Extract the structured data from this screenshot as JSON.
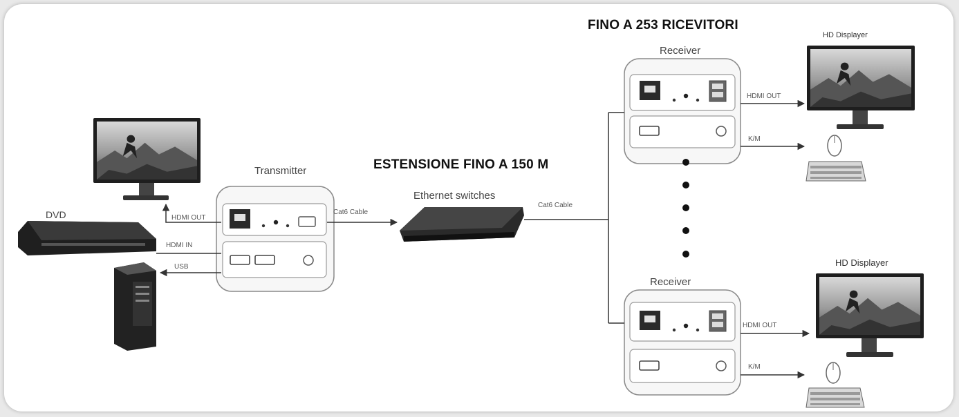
{
  "headline": {
    "receivers": "FINO A 253 RICEVITORI",
    "extension": "ESTENSIONE FINO A 150 M"
  },
  "devices": {
    "dvd": "DVD",
    "transmitter": "Transmitter",
    "switch": "Ethernet switches",
    "receiver_top": "Receiver",
    "receiver_bottom": "Receiver",
    "display_top": "HD Displayer",
    "display_bottom": "HD Displayer"
  },
  "links": {
    "hdmi_out_left": "HDMI OUT",
    "hdmi_in": "HDMI IN",
    "usb": "USB",
    "cable_tx": "Cat6 Cable",
    "cable_switch": "Cat6 Cable",
    "hdmi_out_rx_top": "HDMI OUT",
    "km_top": "K/M",
    "hdmi_out_rx_bottom": "HDMI OUT",
    "km_bottom": "K/M"
  },
  "colors": {
    "line": "#333333",
    "device_dark": "#2a2a2a",
    "panel_border": "#8a8a8a"
  }
}
